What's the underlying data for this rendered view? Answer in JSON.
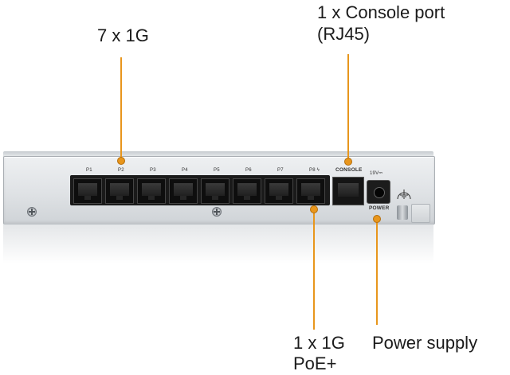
{
  "callouts": {
    "ports_1g": "7 x 1G",
    "console_line1": "1 x Console port",
    "console_line2": "(RJ45)",
    "poe_line1": "1 x 1G",
    "poe_line2": "PoE+",
    "power": "Power supply"
  },
  "device": {
    "port_labels": [
      "P1",
      "P2",
      "P3",
      "P4",
      "P5",
      "P6",
      "P7",
      "P8 ϟ"
    ],
    "console_label": "CONSOLE",
    "voltage_label": "19V⎓",
    "power_label": "POWER"
  },
  "colors": {
    "leader_line": "#e8961c",
    "chassis": "#dfe2e5",
    "port": "#0e0e0e"
  },
  "icons": [
    "ground-icon",
    "screw-icon"
  ]
}
